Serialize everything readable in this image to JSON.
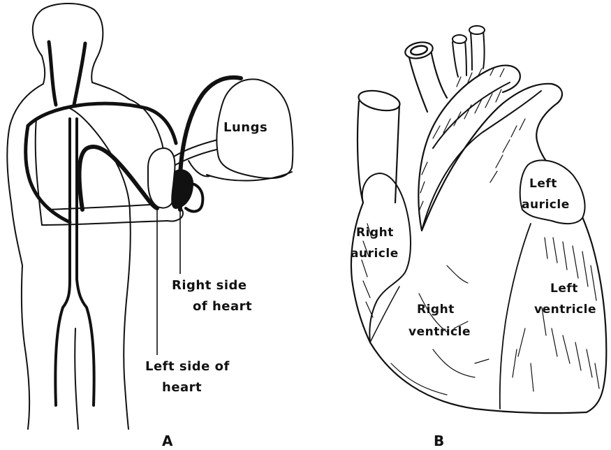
{
  "figure_a": {
    "caption": "A",
    "labels": {
      "lungs": "Lungs",
      "right_side_line1": "Right side",
      "right_side_line2": "of heart",
      "left_side_line1": "Left side of",
      "left_side_line2": "heart"
    }
  },
  "figure_b": {
    "caption": "B",
    "labels": {
      "left_auricle_line1": "Left",
      "left_auricle_line2": "auricle",
      "right_auricle_line1": "Right",
      "right_auricle_line2": "auricle",
      "right_ventricle_line1": "Right",
      "right_ventricle_line2": "ventricle",
      "left_ventricle_line1": "Left",
      "left_ventricle_line2": "ventricle"
    }
  }
}
